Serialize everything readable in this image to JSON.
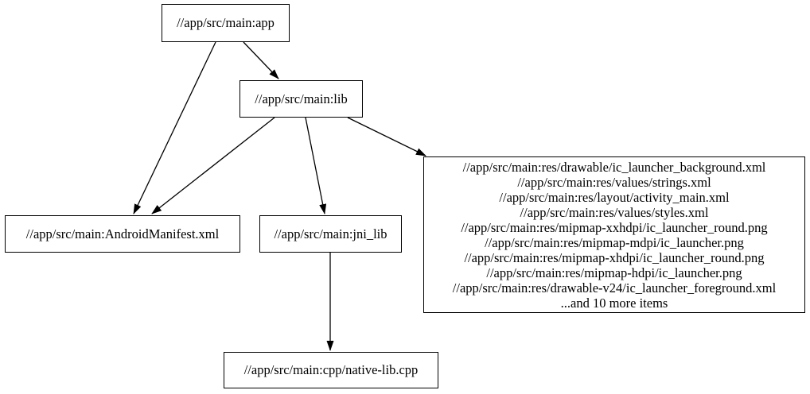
{
  "diagram": {
    "type": "dependency-graph",
    "background_color": "#ffffff",
    "node_border_color": "#000000",
    "text_color": "#000000",
    "edge_color": "#000000",
    "nodes": [
      {
        "id": "app",
        "label": "//app/src/main:app"
      },
      {
        "id": "lib",
        "label": "//app/src/main:lib"
      },
      {
        "id": "manifest",
        "label": "//app/src/main:AndroidManifest.xml"
      },
      {
        "id": "jni_lib",
        "label": "//app/src/main:jni_lib"
      },
      {
        "id": "res_group",
        "lines": [
          "//app/src/main:res/drawable/ic_launcher_background.xml",
          "//app/src/main:res/values/strings.xml",
          "//app/src/main:res/layout/activity_main.xml",
          "//app/src/main:res/values/styles.xml",
          "//app/src/main:res/mipmap-xxhdpi/ic_launcher_round.png",
          "//app/src/main:res/mipmap-mdpi/ic_launcher.png",
          "//app/src/main:res/mipmap-xhdpi/ic_launcher_round.png",
          "//app/src/main:res/mipmap-hdpi/ic_launcher.png",
          "//app/src/main:res/drawable-v24/ic_launcher_foreground.xml",
          "...and 10 more items"
        ]
      },
      {
        "id": "native_lib",
        "label": "//app/src/main:cpp/native-lib.cpp"
      }
    ],
    "edges": [
      {
        "from": "app",
        "to": "lib"
      },
      {
        "from": "app",
        "to": "manifest"
      },
      {
        "from": "lib",
        "to": "manifest"
      },
      {
        "from": "lib",
        "to": "jni_lib"
      },
      {
        "from": "lib",
        "to": "res_group"
      },
      {
        "from": "jni_lib",
        "to": "native_lib"
      }
    ]
  }
}
